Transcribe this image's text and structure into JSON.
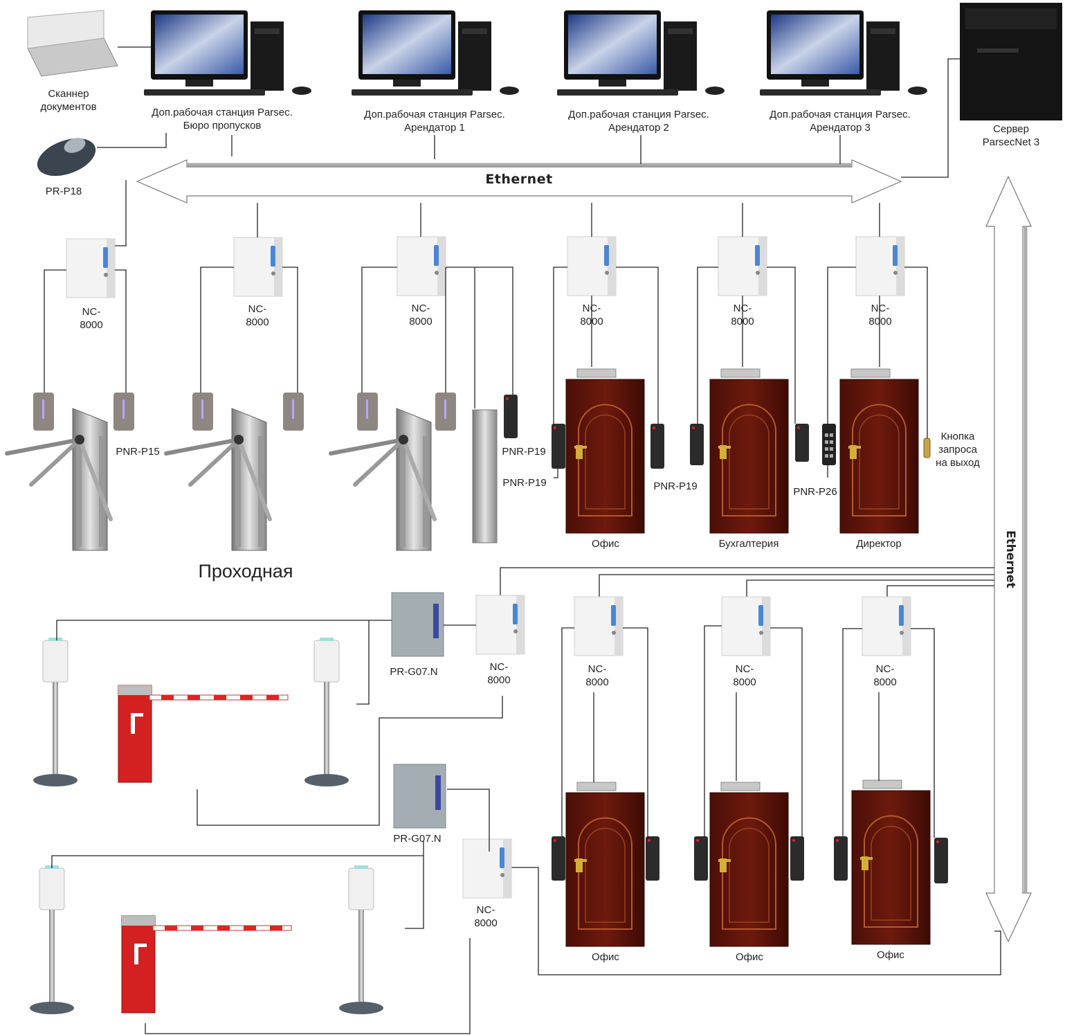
{
  "colors": {
    "wire": "#222222",
    "ethernet_arrow": "#aaaaaa",
    "door_wood": "#6e1a0d",
    "barrier_red": "#d42020",
    "controller_led": "#4a86d6",
    "monitor_screen": "#3a5aa8"
  },
  "icons": {
    "workstation": "computer-icon",
    "server": "server-tower-icon",
    "scanner": "scanner-icon",
    "controller": "controller-box-icon",
    "reader": "card-reader-icon",
    "keypad": "keypad-reader-icon",
    "door": "door-icon",
    "turnstile": "turnstile-icon",
    "barrier": "barrier-gate-icon",
    "antenna": "long-range-antenna-icon",
    "exit_button": "exit-button-icon"
  },
  "labels": {
    "scanner": [
      "Сканнер",
      "документов"
    ],
    "reader_desk": "PR-P18",
    "ws_bureau": [
      "Доп.рабочая станция Parsec.",
      "Бюро пропусков"
    ],
    "ws_tenant1": [
      "Доп.рабочая станция Parsec.",
      "Арендатор 1"
    ],
    "ws_tenant2": [
      "Доп.рабочая станция Parsec.",
      "Арендатор 2"
    ],
    "ws_tenant3": [
      "Доп.рабочая станция Parsec.",
      "Арендатор 3"
    ],
    "server": [
      "Сервер",
      "ParsecNet 3"
    ],
    "ethernet": "Ethernet",
    "controller": [
      "NC-",
      "8000"
    ],
    "pnr_p15": "PNR-P15",
    "pnr_p19": "PNR-P19",
    "pnr_p26": "PNR-P26",
    "exit_button": [
      "Кнопка",
      "запроса",
      "на выход"
    ],
    "office": "Офис",
    "accounting": "Бухгалтерия",
    "director": "Директор",
    "checkpoint": "Проходная",
    "pr_g07": "PR-G07.N"
  }
}
